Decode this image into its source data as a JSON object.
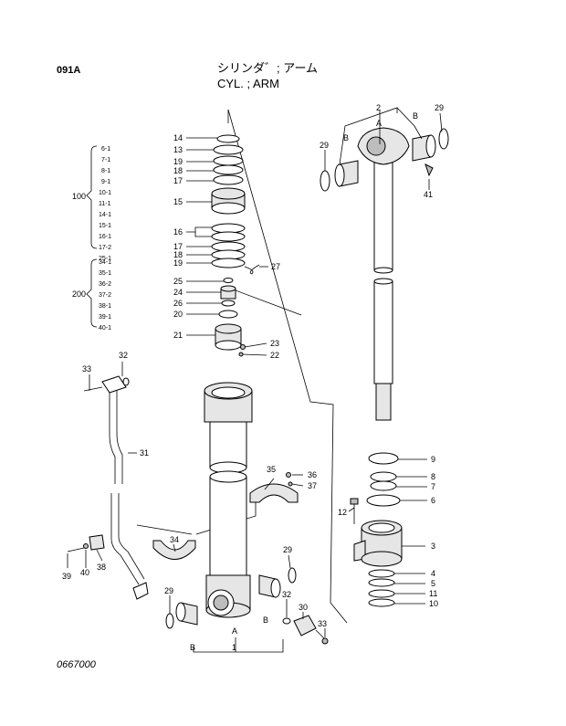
{
  "header": {
    "code": "091A",
    "title_jp": "シリンダ゛; アーム",
    "title_en": "CYL. ; ARM"
  },
  "footer": {
    "drawing_no": "0667000"
  },
  "kit_100": {
    "label": "100",
    "items": [
      "6-1",
      "7-1",
      "8-1",
      "9-1",
      "10-1",
      "11-1",
      "14-1",
      "15-1",
      "16-1",
      "17-2",
      "25-1"
    ]
  },
  "kit_200": {
    "label": "200",
    "items": [
      "34-1",
      "35-1",
      "36-2",
      "37-2",
      "38-1",
      "39-1",
      "40-1"
    ]
  },
  "callouts": {
    "c1": "1",
    "c2": "2",
    "c3": "3",
    "c4": "4",
    "c5": "5",
    "c6": "6",
    "c7": "7",
    "c8": "8",
    "c9": "9",
    "c10": "10",
    "c11": "11",
    "c12": "12",
    "c13": "13",
    "c14": "14",
    "c15": "15",
    "c16": "16",
    "c17": "17",
    "c18": "18",
    "c19": "19",
    "c20": "20",
    "c21": "21",
    "c22": "22",
    "c23": "23",
    "c24": "24",
    "c25": "25",
    "c26": "26",
    "c27": "27",
    "c29": "29",
    "c30": "30",
    "c31": "31",
    "c32": "32",
    "c33": "33",
    "c34": "34",
    "c35": "35",
    "c36": "36",
    "c37": "37",
    "c38": "38",
    "c39": "39",
    "c40": "40",
    "c41": "41",
    "a": "A",
    "b": "B"
  }
}
